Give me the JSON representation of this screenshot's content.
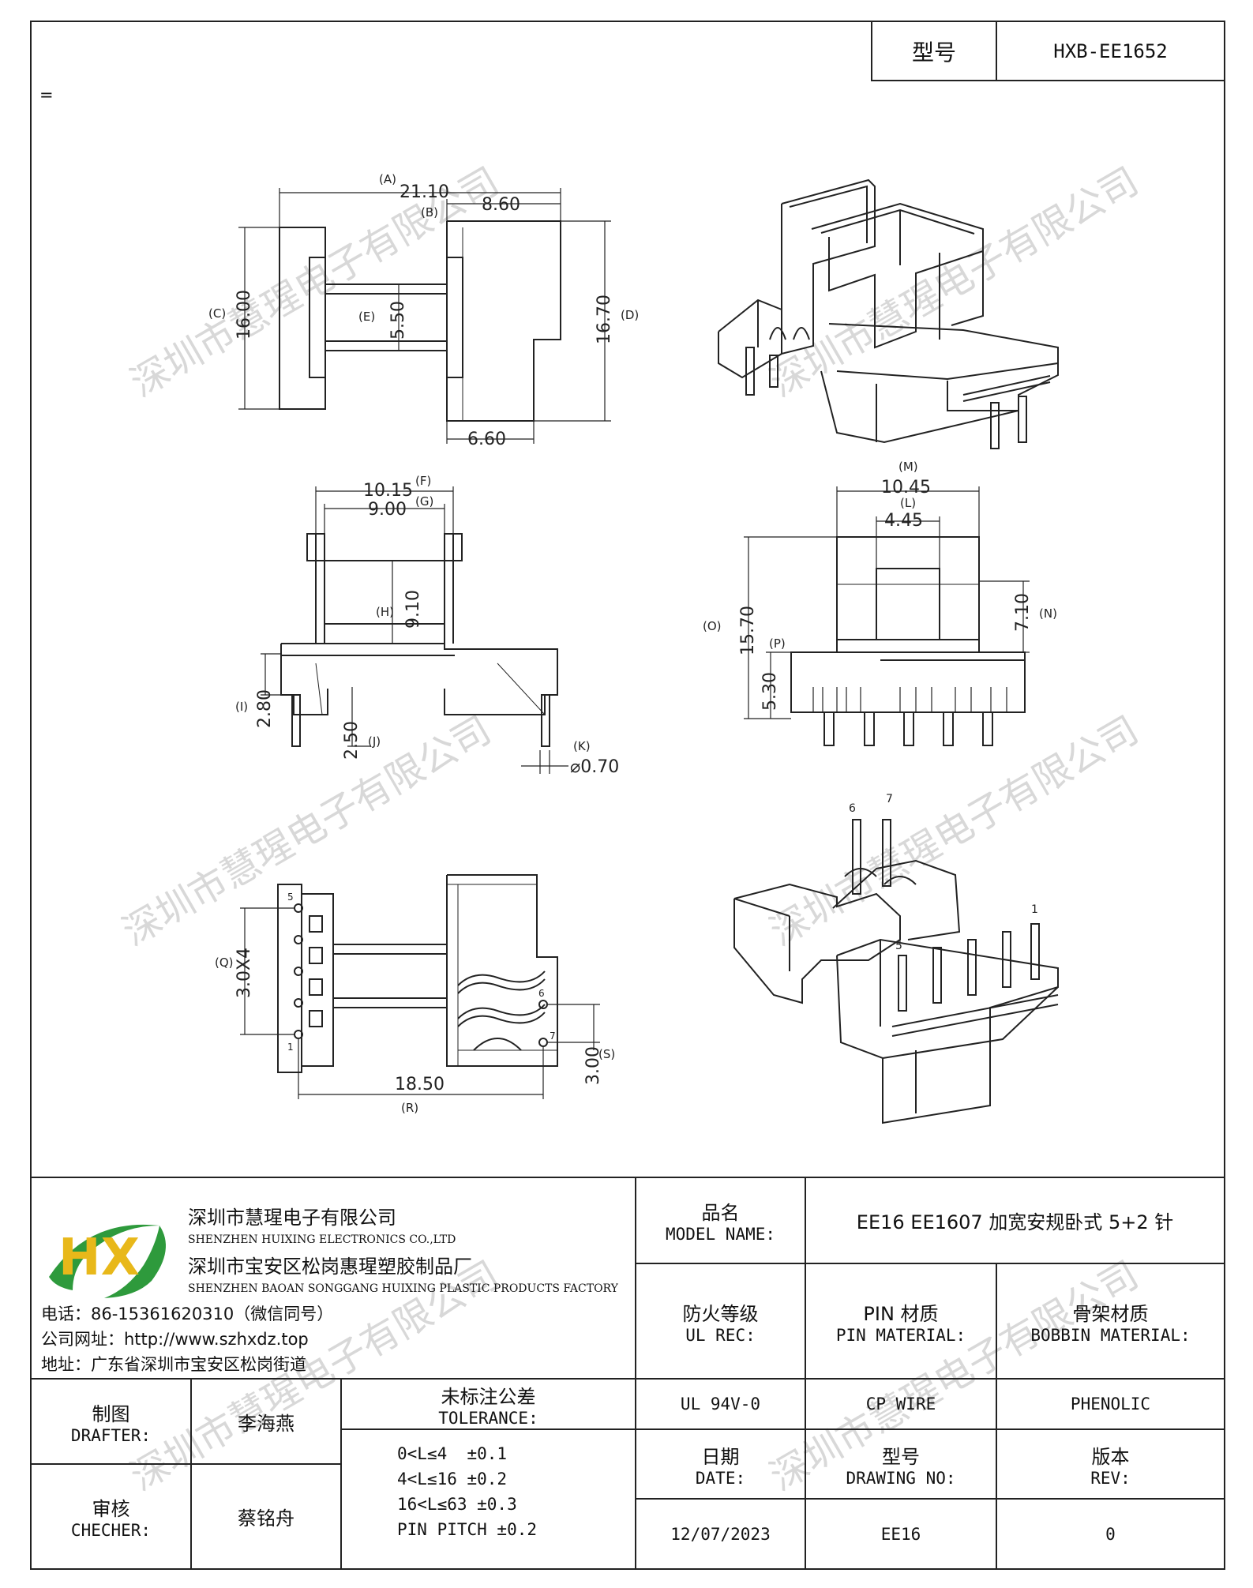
{
  "header": {
    "model_label": "型号",
    "model_value": "HXB-EE1652",
    "mark": "="
  },
  "watermark": "深圳市慧瑆电子有限公司",
  "dims": {
    "A": "(A)",
    "A_v": "21.10",
    "B": "(B)",
    "B_v": "8.60",
    "C": "(C)",
    "C_v": "16.00",
    "D": "(D)",
    "D_v": "16.70",
    "E": "(E)",
    "E_v": "5.50",
    "bot66": "6.60",
    "F": "(F)",
    "F_v": "10.15",
    "G": "(G)",
    "G_v": "9.00",
    "H": "(H)",
    "H_v": "9.10",
    "I": "(I)",
    "I_v": "2.80",
    "J": "(J)",
    "J_v": "2.50",
    "K": "(K)",
    "K_v": "⌀0.70",
    "M": "(M)",
    "M_v": "10.45",
    "L": "(L)",
    "L_v": "4.45",
    "O": "(O)",
    "O_v": "15.70",
    "N": "(N)",
    "N_v": "7.10",
    "P": "(P)",
    "P_v": "5.30",
    "Q": "(Q)",
    "Q_v": "3.0X4",
    "R": "(R)",
    "R_v": "18.50",
    "S": "(S)",
    "S_v": "3.00",
    "pin1": "1",
    "pin5": "5",
    "pin6": "6",
    "pin7": "7"
  },
  "company": {
    "logo_text": "HX",
    "name_cn": "深圳市慧瑆电子有限公司",
    "name_en": "SHENZHEN HUIXING ELECTRONICS CO.,LTD",
    "factory_cn": "深圳市宝安区松岗惠瑆塑胶制品厂",
    "factory_en": "SHENZHEN BAOAN SONGGANG HUIXING PLASTIC PRODUCTS FACTORY",
    "phone": "电话：86-15361620310（微信同号）",
    "website": "公司网址：http://www.szhxdz.top",
    "address": "地址：广东省深圳市宝安区松岗街道"
  },
  "table": {
    "model_name_cn": "品名",
    "model_name_en": "MODEL NAME:",
    "model_name_value": "EE16 EE1607 加宽安规卧式 5+2 针",
    "ul_cn": "防火等级",
    "ul_en": "UL REC:",
    "pin_cn": "PIN 材质",
    "pin_en": "PIN MATERIAL:",
    "bobbin_cn": "骨架材质",
    "bobbin_en": "BOBBIN MATERIAL:",
    "ul_value": "UL 94V-0",
    "pin_value": "CP WIRE",
    "bobbin_value": "PHENOLIC",
    "drafter_cn": "制图",
    "drafter_en": "DRAFTER:",
    "drafter_name": "李海燕",
    "checker_cn": "审核",
    "checker_en": "CHECHER:",
    "checker_name": "蔡铭舟",
    "tol_cn": "未标注公差",
    "tol_en": "TOLERANCE:",
    "tol_1": "0<L≤4  ±0.1",
    "tol_2": "4<L≤16 ±0.2",
    "tol_3": "16<L≤63 ±0.3",
    "tol_4": "PIN PITCH ±0.2",
    "date_cn": "日期",
    "date_en": "DATE:",
    "date_value": "12/07/2023",
    "dwg_cn": "型号",
    "dwg_en": "DRAWING NO:",
    "dwg_value": "EE16",
    "rev_cn": "版本",
    "rev_en": "REV:",
    "rev_value": "0"
  },
  "colors": {
    "logo_green": "#2e9a3c",
    "logo_yellow": "#e8b81a",
    "logo_blue": "#2b58b8",
    "watermark": "#d8d8d8"
  }
}
